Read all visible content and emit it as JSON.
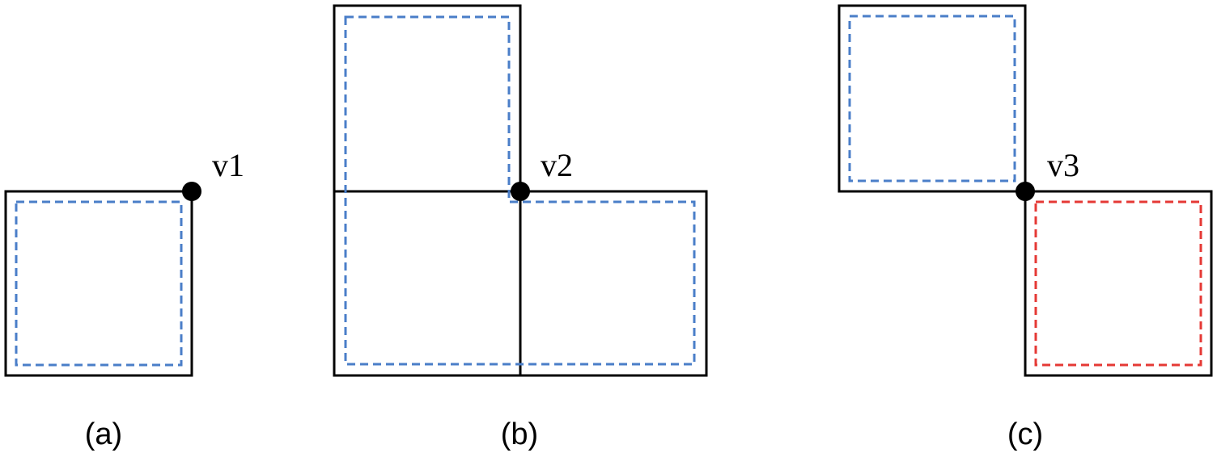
{
  "colors": {
    "outline": "#000000",
    "blue_dashed": "#4a7ec8",
    "red_dashed": "#e53935",
    "vertex": "#000000"
  },
  "panels": [
    {
      "vertex_label": "v1",
      "caption": "(a)"
    },
    {
      "vertex_label": "v2",
      "caption": "(b)"
    },
    {
      "vertex_label": "v3",
      "caption": "(c)"
    }
  ]
}
